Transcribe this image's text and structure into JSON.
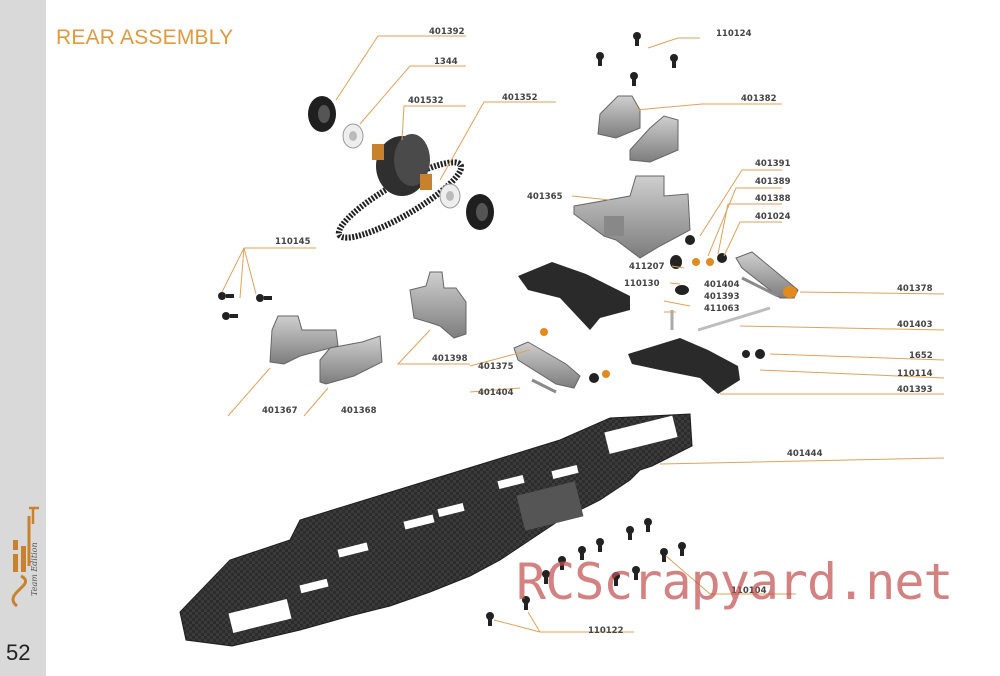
{
  "title": "REAR ASSEMBLY",
  "page_number": "52",
  "watermark": "RCScrapyard.net",
  "logo_script": "Team Edition",
  "colors": {
    "title": "#e09a3c",
    "leader": "#e0a25a",
    "sidebar": "#d9d9d9",
    "metal": "#a3a3a3",
    "dark": "#2b2b2b",
    "carbon": "#3a3a3a",
    "bronze": "#c8822e"
  },
  "part_labels": [
    "401392",
    "1344",
    "401532",
    "401352",
    "110124",
    "401382",
    "401391",
    "401389",
    "401388",
    "401024",
    "401365",
    "110145",
    "411207",
    "110130",
    "401404",
    "401393",
    "411063",
    "401378",
    "401403",
    "401398",
    "401375",
    "401404",
    "1652",
    "110114",
    "401393",
    "401367",
    "401368",
    "401444",
    "110104",
    "110122"
  ]
}
